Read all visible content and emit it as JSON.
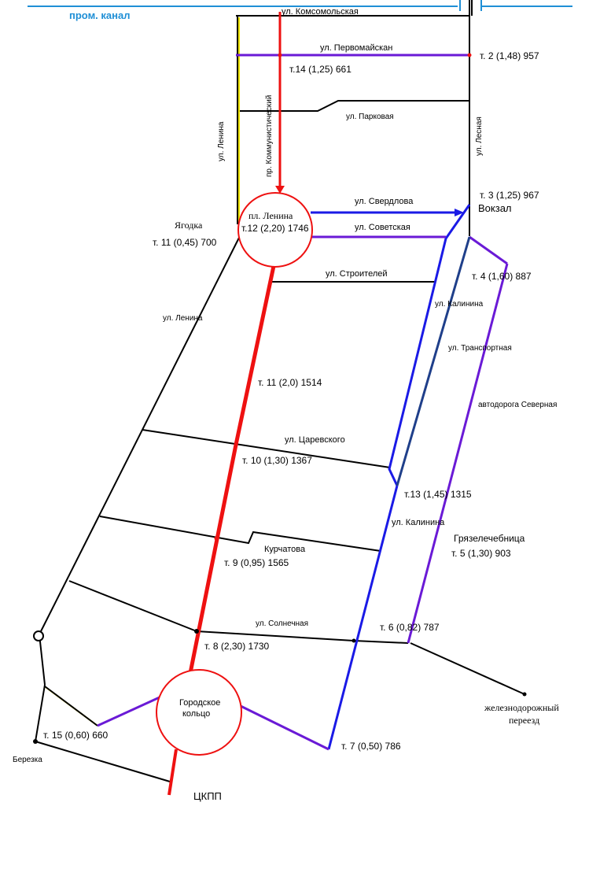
{
  "colors": {
    "red": "#ee1111",
    "blue": "#1a1ae6",
    "purple": "#6a1ad6",
    "navy": "#1f3f8a",
    "yellow": "#f2e600",
    "black": "#000000",
    "canal": "#1f8fd6"
  },
  "labels": {
    "canal": "пром. канал",
    "komsomolskaya": "ул. Комсомольская",
    "pervomaiskaya": "ул. Первомайскан",
    "parkovaya": "ул. Парковая",
    "lenina_top": "ул. Ленина",
    "kommunistichesky": "пр. Коммунистический",
    "lesnaya": "ул. Лесная",
    "sverdlova": "ул. Свердлова",
    "sovetskaya": "ул. Советская",
    "stroitelei": "ул. Строителей",
    "kalinina_top": "ул. Калинина",
    "transportnaya": "ул. Транспортная",
    "avtodoroga": "автодорога Северная",
    "lenina_diag": "ул. Ленина",
    "tsarevskogo": "ул. Царевского",
    "kurchatova": "Курчатова",
    "kalinina_bottom": "ул. Калинина",
    "solnechnaya": "ул. Солнечная",
    "gryazelechebnitsa": "Грязелечебница",
    "yagodka": "Ягодка",
    "vokzal": "Вокзал",
    "pl_lenina": "пл. Ленина",
    "gorodskoe": "Городское",
    "koltso": "кольцо",
    "zhd_1": "железнодорожный",
    "zhd_2": "переезд",
    "berezka": "Березка",
    "tskpp": "ЦКПП"
  },
  "points": {
    "t14": "т.14 (1,25) 661",
    "t2": "т. 2 (1,48) 957",
    "t3": "т. 3 (1,25) 967",
    "t12": "т.12 (2,20) 1746",
    "t11a": "т. 11 (0,45) 700",
    "t4": "т. 4 (1,60) 887",
    "t11b": "т. 11 (2,0) 1514",
    "t10": "т. 10 (1,30) 1367",
    "t13": "т.13 (1,45) 1315",
    "t9": "т. 9 (0,95) 1565",
    "t5": "т. 5 (1,30) 903",
    "t6": "т. 6 (0,82) 787",
    "t8": "т. 8 (2,30) 1730",
    "t15": "т. 15 (0,60) 660",
    "t7": "т. 7 (0,50) 786"
  }
}
